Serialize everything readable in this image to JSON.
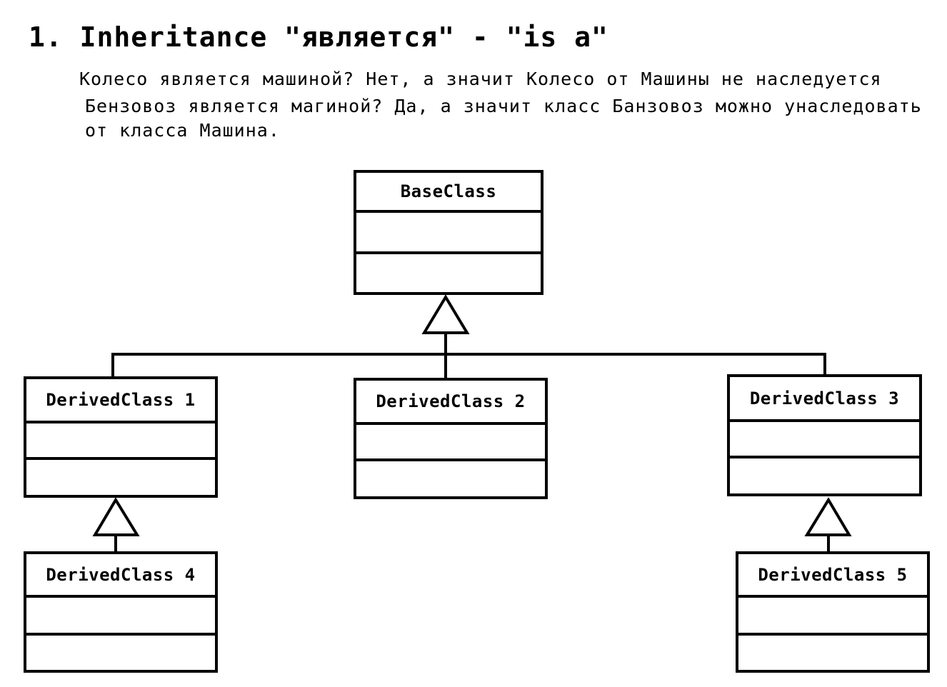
{
  "heading": "1. Inheritance \"является\" - \"is a\"",
  "lines": [
    "Колесо является машиной? Нет, а значит Колесо от Машины не наследуется",
    "Бензовоз является магиной? Да, а значит класс Банзовоз можно унаследовать",
    "от класса Машина."
  ],
  "classes": {
    "base": "BaseClass",
    "derived1": "DerivedClass 1",
    "derived2": "DerivedClass 2",
    "derived3": "DerivedClass 3",
    "derived4": "DerivedClass 4",
    "derived5": "DerivedClass 5"
  },
  "relations": [
    {
      "from": "derived1",
      "to": "base",
      "type": "inheritance"
    },
    {
      "from": "derived2",
      "to": "base",
      "type": "inheritance"
    },
    {
      "from": "derived3",
      "to": "base",
      "type": "inheritance"
    },
    {
      "from": "derived4",
      "to": "derived1",
      "type": "inheritance"
    },
    {
      "from": "derived5",
      "to": "derived3",
      "type": "inheritance"
    }
  ]
}
